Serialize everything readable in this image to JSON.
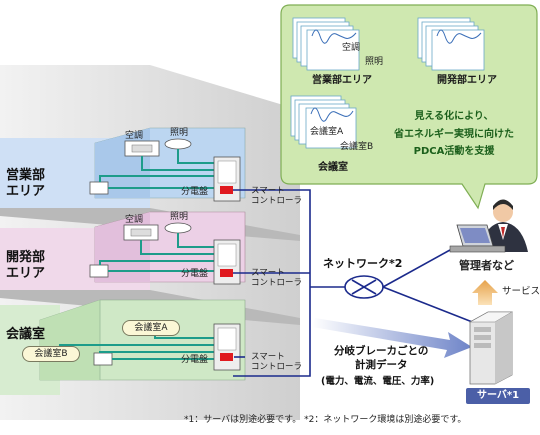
{
  "floors": [
    {
      "name": "営業部\nエリア",
      "aircon": "空調",
      "lighting": "照明",
      "panel": "分電盤",
      "controller": "スマート\nコントローラ"
    },
    {
      "name": "開発部\nエリア",
      "aircon": "空調",
      "lighting": "照明",
      "panel": "分電盤",
      "controller": "スマート\nコントローラ"
    },
    {
      "name": "会議室",
      "room_a": "会議室A",
      "room_b": "会議室B",
      "panel": "分電盤",
      "controller": "スマート\nコントローラ"
    }
  ],
  "bubble": {
    "group1": {
      "aircon": "空調",
      "lighting": "照明",
      "label": "営業部エリア"
    },
    "group2": {
      "label": "開発部エリア"
    },
    "group3": {
      "room_a": "会議室A",
      "room_b": "会議室B",
      "label": "会議室"
    },
    "highlight": "見える化により、\n省エネルギー実現に向けた\nPDCA活動を支援"
  },
  "manager_label": "管理者など",
  "service_label": "サービス",
  "network_label": "ネットワーク*2",
  "data_label": "分岐ブレーカごとの\n計測データ",
  "data_sub": "(電力、電流、電圧、力率)",
  "server_label": "サーバ*1",
  "footnote": "*1：サーバは別途必要です。 *2：ネットワーク環境は別途必要です。",
  "colors": {
    "line": "#1d9c8a",
    "network": "#1b2a8c",
    "bubble": "#cfe8b0",
    "server": "#4b5fa7"
  }
}
